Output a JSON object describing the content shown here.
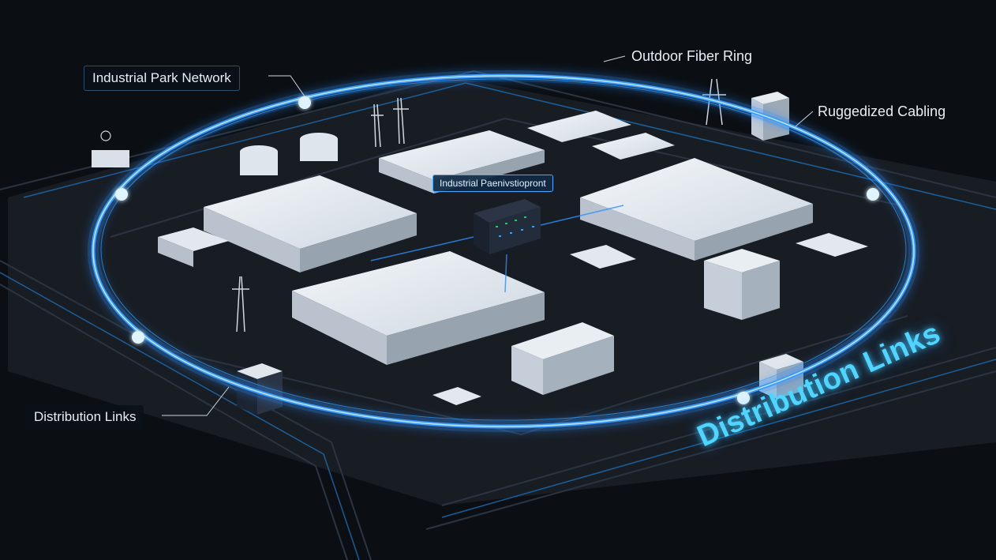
{
  "labels": {
    "park_network": "Industrial Park Network",
    "outdoor_ring": "Outdoor Fiber Ring",
    "rugged_cabling": "Ruggedized Cabling",
    "distribution_left": "Distribution Links",
    "center_tag": "Industrial Paenivstiopront",
    "distribution_big": "Distribution Links"
  },
  "colors": {
    "background": "#0b0f14",
    "ground": "#1a1f26",
    "road": "#12161c",
    "fiber_glow": "#2f8fff",
    "fiber_core": "#bfe6ff",
    "building_roof": "#e8edf3",
    "building_wall": "#c4ccd6",
    "accent_text": "#4fd5ff"
  }
}
